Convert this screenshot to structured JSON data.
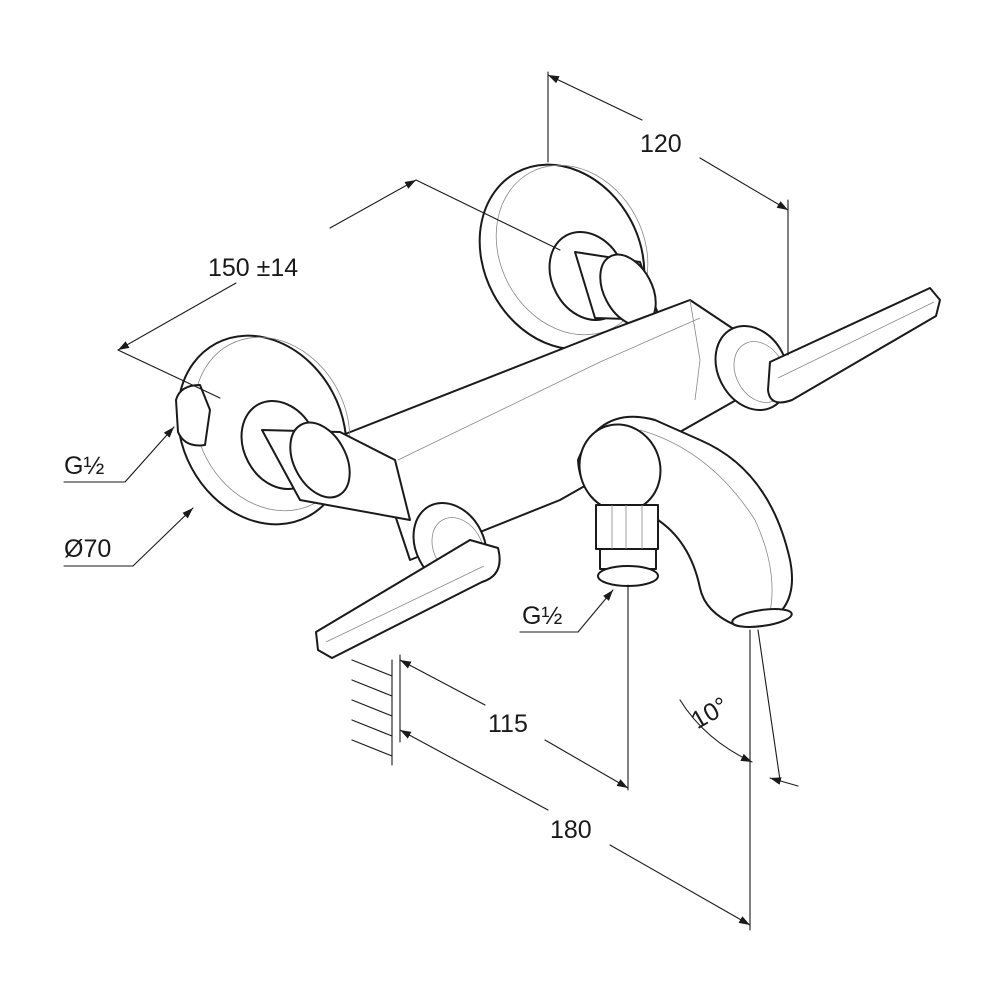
{
  "drawing": {
    "dimensions": {
      "width_between_lever_tips": "120",
      "inlet_spacing": "150 ±14",
      "wall_to_outlet": "115",
      "wall_to_spout": "180",
      "spout_angle": "10°"
    },
    "callouts": {
      "left_inlet_thread": "G½",
      "rosette_diameter": "Ø70",
      "outlet_thread": "G½"
    }
  },
  "colors": {
    "line": "#1a1a1a",
    "background": "#ffffff"
  }
}
